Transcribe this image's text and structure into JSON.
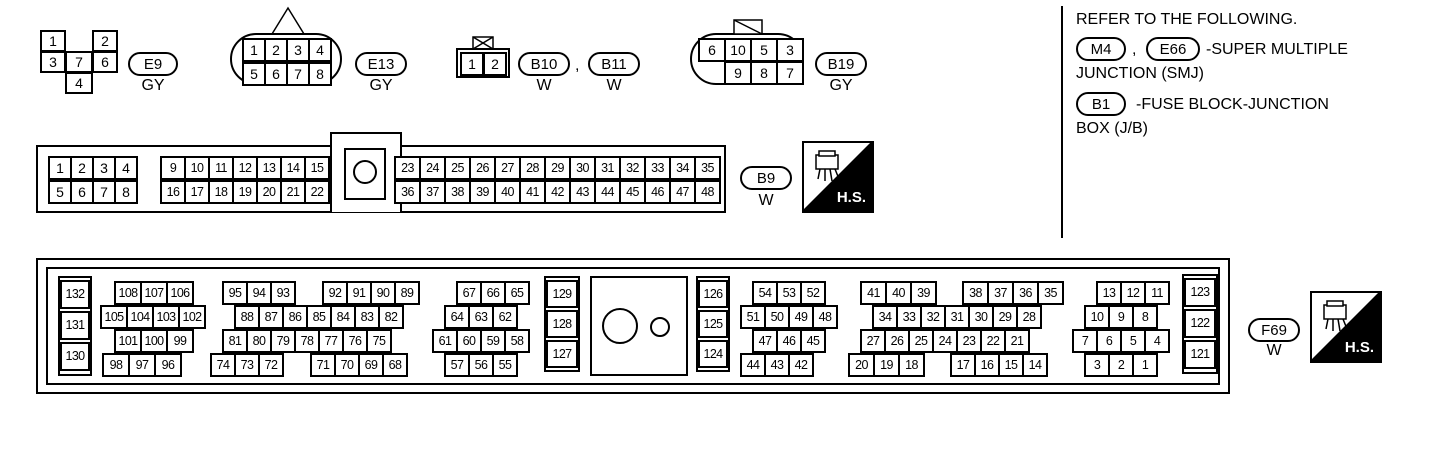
{
  "small_connectors": {
    "e9": {
      "code": "E9",
      "color": "GY",
      "pins": [
        "1",
        "2",
        "3",
        "7",
        "6",
        "4"
      ]
    },
    "e13": {
      "code": "E13",
      "color": "GY",
      "top": [
        "1",
        "2",
        "3",
        "4"
      ],
      "bottom": [
        "5",
        "6",
        "7",
        "8"
      ]
    },
    "b10": {
      "code": "B10",
      "color": "W",
      "pins": [
        "1",
        "2"
      ]
    },
    "b11": {
      "code": "B11",
      "color": "W"
    },
    "sep": ",",
    "b19": {
      "code": "B19",
      "color": "GY",
      "top": [
        "6",
        "10",
        "5",
        "3"
      ],
      "bottom": [
        "9",
        "8",
        "7"
      ]
    }
  },
  "b9": {
    "code": "B9",
    "color": "W",
    "top_left": [
      "1",
      "2",
      "3",
      "4"
    ],
    "top_mid": [
      "9",
      "10",
      "11",
      "12",
      "13",
      "14",
      "15"
    ],
    "top_right": [
      "23",
      "24",
      "25",
      "26",
      "27",
      "28",
      "29",
      "30",
      "31",
      "32",
      "33",
      "34",
      "35"
    ],
    "bot_left": [
      "5",
      "6",
      "7",
      "8"
    ],
    "bot_mid": [
      "16",
      "17",
      "18",
      "19",
      "20",
      "21",
      "22"
    ],
    "bot_right": [
      "36",
      "37",
      "38",
      "39",
      "40",
      "41",
      "42",
      "43",
      "44",
      "45",
      "46",
      "47",
      "48"
    ],
    "badge": "H.S."
  },
  "f69": {
    "code": "F69",
    "color": "W",
    "badge": "H.S.",
    "g1": [
      "132",
      "131",
      "130"
    ],
    "g2": {
      "r1": [
        "108",
        "107",
        "106"
      ],
      "r2": [
        "105",
        "104",
        "103",
        "102"
      ],
      "r3": [
        "101",
        "100",
        "99"
      ],
      "r4": [
        "98",
        "97",
        "96"
      ]
    },
    "g3": {
      "r1a": [
        "95",
        "94",
        "93"
      ],
      "r1b": [
        "92",
        "91",
        "90",
        "89"
      ],
      "r2": [
        "88",
        "87",
        "86",
        "85",
        "84",
        "83",
        "82"
      ],
      "r3": [
        "81",
        "80",
        "79",
        "78",
        "77",
        "76",
        "75"
      ],
      "r4a": [
        "74",
        "73",
        "72"
      ],
      "r4b": [
        "71",
        "70",
        "69",
        "68"
      ]
    },
    "g4": {
      "r1": [
        "67",
        "66",
        "65"
      ],
      "r2": [
        "64",
        "63",
        "62"
      ],
      "r3": [
        "61",
        "60",
        "59",
        "58"
      ],
      "r4": [
        "57",
        "56",
        "55"
      ]
    },
    "g5": [
      "129",
      "128",
      "127"
    ],
    "g6": [
      "126",
      "125",
      "124"
    ],
    "g7": {
      "r1": [
        "54",
        "53",
        "52"
      ],
      "r2": [
        "51",
        "50",
        "49",
        "48"
      ],
      "r3": [
        "47",
        "46",
        "45"
      ],
      "r4": [
        "44",
        "43",
        "42"
      ]
    },
    "g8": {
      "r1a": [
        "41",
        "40",
        "39"
      ],
      "r1b": [
        "38",
        "37",
        "36",
        "35"
      ],
      "r2": [
        "34",
        "33",
        "32",
        "31",
        "30",
        "29",
        "28"
      ],
      "r3": [
        "27",
        "26",
        "25",
        "24",
        "23",
        "22",
        "21"
      ],
      "r4a": [
        "20",
        "19",
        "18"
      ],
      "r4b": [
        "17",
        "16",
        "15",
        "14"
      ]
    },
    "g9": {
      "r1": [
        "13",
        "12",
        "11"
      ],
      "r2": [
        "10",
        "9",
        "8"
      ],
      "r3": [
        "7",
        "6",
        "5",
        "4"
      ],
      "r4": [
        "3",
        "2",
        "1"
      ]
    },
    "g10": [
      "123",
      "122",
      "121"
    ]
  },
  "notes": {
    "line1": "REFER TO THE FOLLOWING.",
    "tag_m4": "M4",
    "comma": ",",
    "tag_e66": "E66",
    "smj_a": "-SUPER MULTIPLE",
    "smj_b": "JUNCTION (SMJ)",
    "tag_b1": "B1",
    "jb_a": "-FUSE BLOCK-JUNCTION",
    "jb_b": "BOX (J/B)"
  }
}
